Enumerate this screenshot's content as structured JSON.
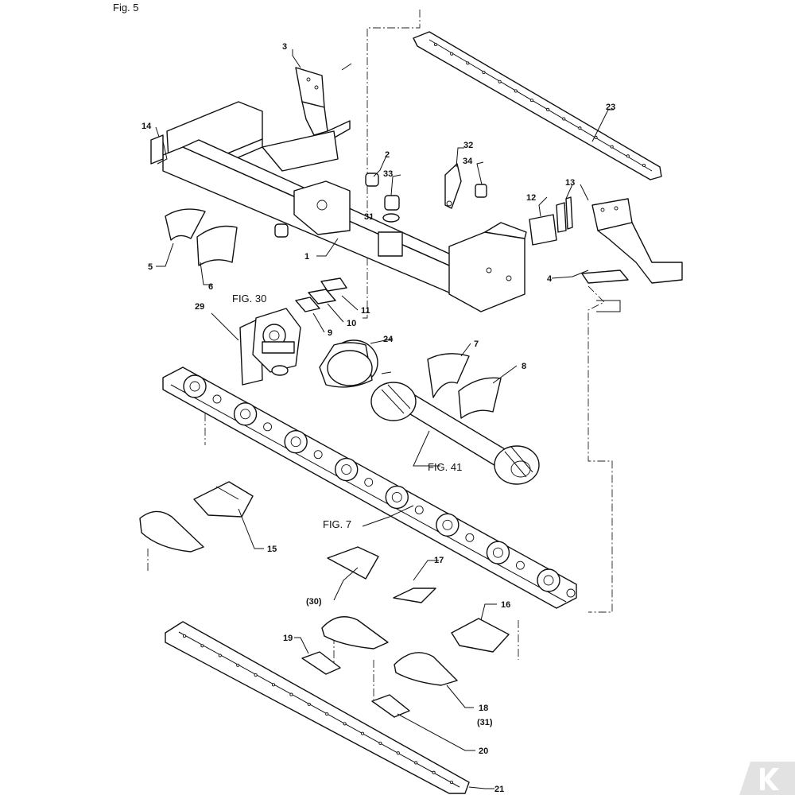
{
  "figure_label": "Fig. 5",
  "callouts": {
    "c1": "1",
    "c2": "2",
    "c3": "3",
    "c4": "4",
    "c5": "5",
    "c6": "6",
    "c7": "7",
    "c8": "8",
    "c9": "9",
    "c10": "10",
    "c11": "11",
    "c12": "12",
    "c13": "13",
    "c14": "14",
    "c15": "15",
    "c16": "16",
    "c17": "17",
    "c18": "18",
    "c18b": "(31)",
    "c19": "19",
    "c20": "20",
    "c21": "21",
    "c23": "23",
    "c24": "24",
    "c29": "29",
    "c30b": "(30)",
    "c31": "31",
    "c32": "32",
    "c33": "33",
    "c34": "34"
  },
  "references": {
    "fig30": "FIG. 30",
    "fig41": "FIG. 41",
    "fig7": "FIG. 7"
  },
  "colors": {
    "line": "#111111",
    "background": "#ffffff",
    "logo": "#e2e2e2"
  },
  "logo_icon": "kramp-logo-icon"
}
